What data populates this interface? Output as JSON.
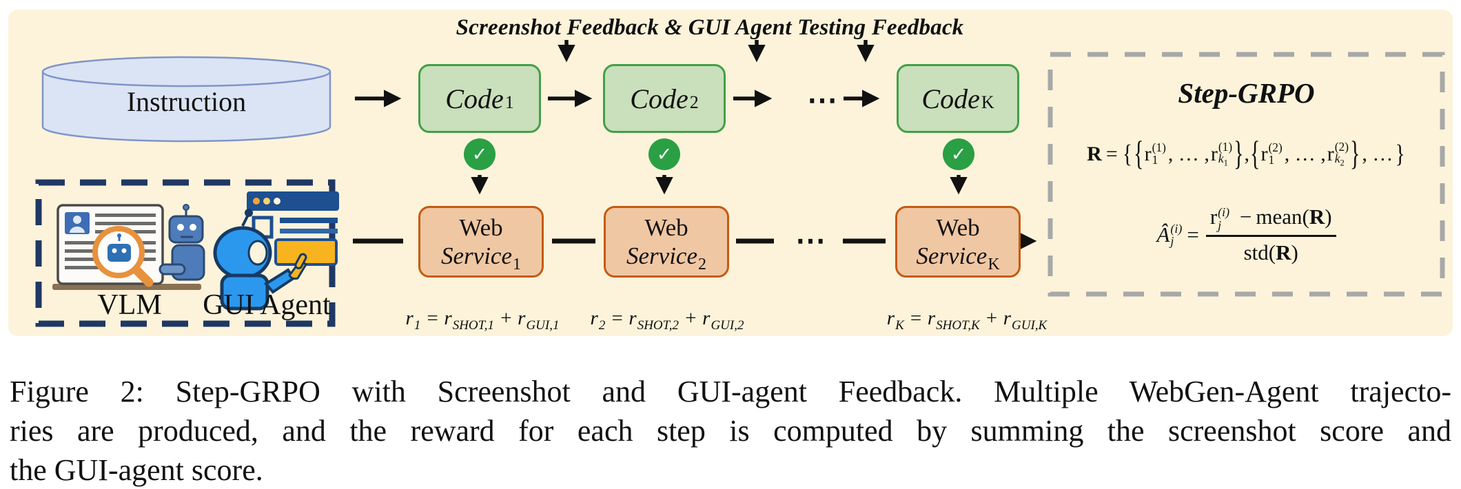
{
  "figure": {
    "banner": "Screenshot Feedback & GUI Agent Testing Feedback",
    "instruction": "Instruction",
    "ellipsis": "⋯",
    "check": "✓",
    "code_steps": [
      {
        "base": "Code",
        "sub": "1"
      },
      {
        "base": "Code",
        "sub": "2"
      },
      {
        "base": "Code",
        "sub": "K"
      }
    ],
    "web_steps": [
      {
        "line1": "Web",
        "base": "Service",
        "sub": "1"
      },
      {
        "line1": "Web",
        "base": "Service",
        "sub": "2"
      },
      {
        "line1": "Web",
        "base": "Service",
        "sub": "K"
      }
    ],
    "vlm_label": "VLM",
    "gui_agent_label": "GUI Agent",
    "reward_equations": [
      {
        "r": "r",
        "sub": "1",
        "eq": "=",
        "shot_r": "r",
        "shot_sub": "SHOT,1",
        "plus": "+",
        "gui_r": "r",
        "gui_sub": "GUI,1"
      },
      {
        "r": "r",
        "sub": "2",
        "eq": "=",
        "shot_r": "r",
        "shot_sub": "SHOT,2",
        "plus": "+",
        "gui_r": "r",
        "gui_sub": "GUI,2"
      },
      {
        "r": "r",
        "sub": "K",
        "eq": "=",
        "shot_r": "r",
        "shot_sub": "SHOT,K",
        "plus": "+",
        "gui_r": "r",
        "gui_sub": "GUI,K"
      }
    ],
    "step_grpo": {
      "title": "Step-GRPO",
      "reward_set": {
        "lhs": "R",
        "eq": "=",
        "outer_open": "{",
        "groups": [
          {
            "open": "{",
            "r1": "r",
            "r1_sup": "(1)",
            "r1_sub": "1",
            "dots": ", … ,",
            "r2": "r",
            "r2_sup": "(1)",
            "r2_sub": "k",
            "r2_subsub": "1",
            "close": "}"
          },
          {
            "open": "{",
            "r1": "r",
            "r1_sup": "(2)",
            "r1_sub": "1",
            "dots": ", … ,",
            "r2": "r",
            "r2_sup": "(2)",
            "r2_sub": "k",
            "r2_subsub": "2",
            "close": "}"
          }
        ],
        "sep": ",",
        "tail": ", …",
        "outer_close": "}"
      },
      "advantage": {
        "lhs": "Â",
        "lhs_sup": "(i)",
        "lhs_sub": "j",
        "eq": "=",
        "num_r": "r",
        "num_sup": "(i)",
        "num_sub": "j",
        "minus": "−",
        "mean_fn": "mean(",
        "mean_arg": "R",
        "mean_close": ")",
        "den_fn": "std(",
        "den_arg": "R",
        "den_close": ")"
      }
    }
  },
  "caption": {
    "lines": [
      "Figure 2: Step-GRPO with Screenshot and GUI-agent Feedback. Multiple WebGen-Agent trajecto-",
      "ries are produced, and the reward for each step is computed by summing the screenshot score and",
      "the GUI-agent score."
    ]
  },
  "colors": {
    "panel_cream": "#fcf3da",
    "code_fill": "#cadfbb",
    "code_border": "#42a048",
    "check_green": "#2a9f44",
    "web_fill": "#f0c7a3",
    "web_border": "#c55a11",
    "cylinder_fill": "#dbe4f4",
    "cylinder_border": "#8094c8",
    "vlm_box_navy": "#1f3864",
    "grpo_box_gray": "#a8a8a8",
    "arrow_black": "#111111"
  }
}
